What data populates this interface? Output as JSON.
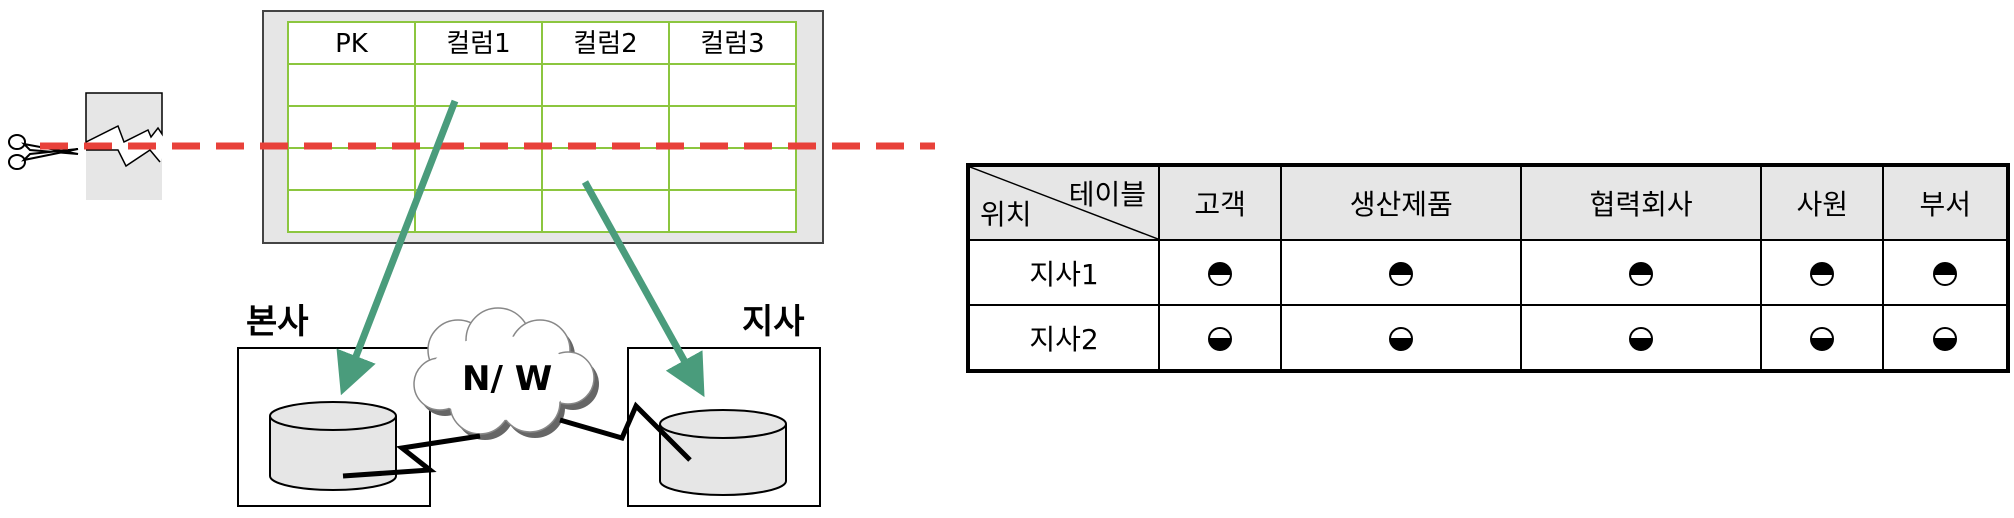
{
  "source_table": {
    "headers": [
      "PK",
      "컬럼1",
      "컬럼2",
      "컬럼3"
    ],
    "row_count": 4
  },
  "sites": {
    "hq_label": "본사",
    "branch_label": "지사",
    "network_label": "N/ W"
  },
  "matrix": {
    "corner_top": "테이블",
    "corner_bottom": "위치",
    "columns": [
      "고객",
      "생산제품",
      "협력회사",
      "사원",
      "부서"
    ],
    "rows": [
      {
        "label": "지사1",
        "cells": [
          "top-half-icon",
          "top-half-icon",
          "top-half-icon",
          "top-half-icon",
          "top-half-icon"
        ]
      },
      {
        "label": "지사2",
        "cells": [
          "bottom-half-icon",
          "bottom-half-icon",
          "bottom-half-icon",
          "bottom-half-icon",
          "bottom-half-icon"
        ]
      }
    ]
  },
  "colors": {
    "cut_line": "#e8413a",
    "arrow": "#4a9c7c",
    "table_border": "#8cc63f",
    "panel_fill": "#e6e6e6",
    "cylinder_fill": "#e6e6e6"
  }
}
